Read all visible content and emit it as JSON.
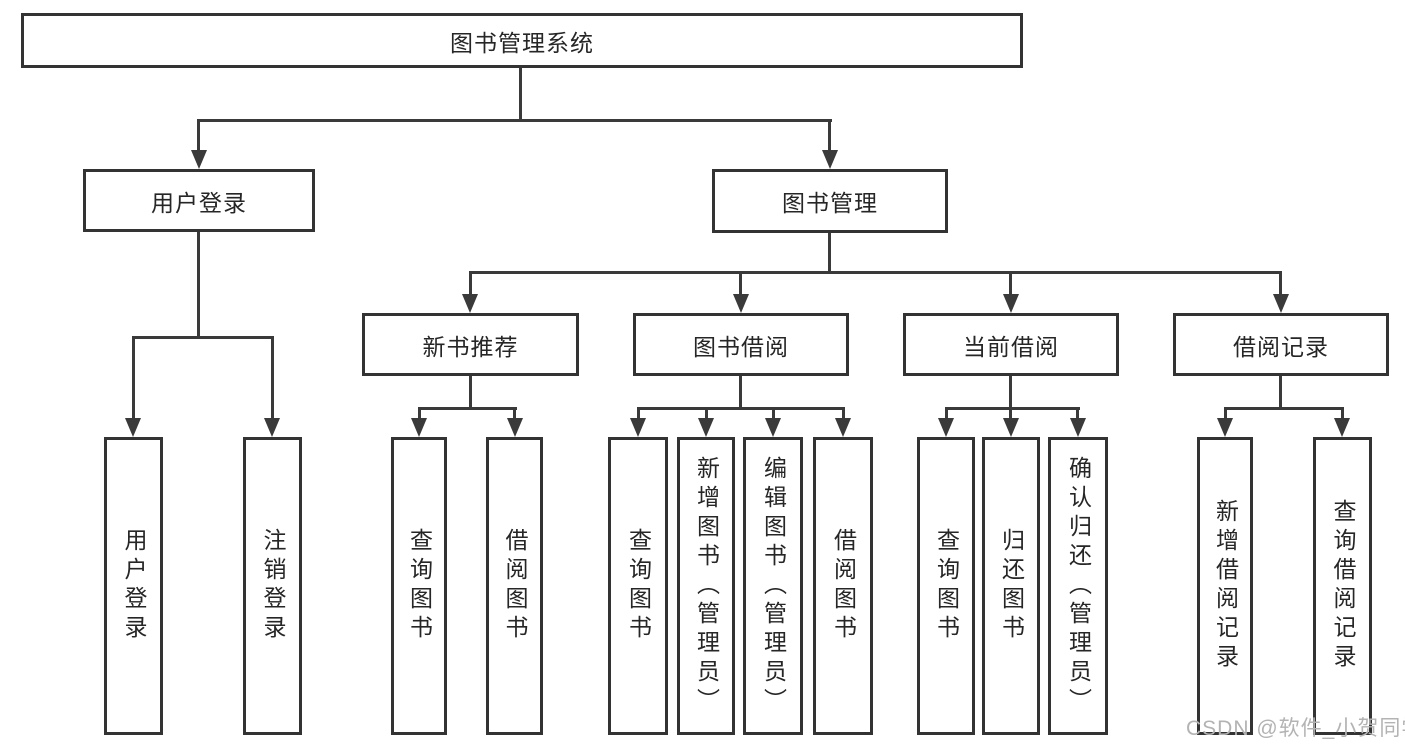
{
  "diagram_title": "图书管理系统",
  "nodes": {
    "root": {
      "label": "图书管理系统"
    },
    "user_login": {
      "label": "用户登录"
    },
    "book_mgmt": {
      "label": "图书管理"
    },
    "new_book_rec": {
      "label": "新书推荐"
    },
    "book_borrow": {
      "label": "图书借阅"
    },
    "current_borrow": {
      "label": "当前借阅"
    },
    "borrow_records": {
      "label": "借阅记录"
    },
    "leaf_user_login": {
      "label": "用户登录"
    },
    "leaf_logout": {
      "label": "注销登录"
    },
    "leaf_rec_query": {
      "label": "查询图书"
    },
    "leaf_rec_borrow": {
      "label": "借阅图书"
    },
    "leaf_bor_query": {
      "label": "查询图书"
    },
    "leaf_bor_add": {
      "label": "新增图书（管理员）"
    },
    "leaf_bor_edit": {
      "label": "编辑图书（管理员）"
    },
    "leaf_bor_borrow": {
      "label": "借阅图书"
    },
    "leaf_cur_query": {
      "label": "查询图书"
    },
    "leaf_cur_return": {
      "label": "归还图书"
    },
    "leaf_cur_confirm": {
      "label": "确认归还（管理员）"
    },
    "leaf_recd_add": {
      "label": "新增借阅记录"
    },
    "leaf_recd_query": {
      "label": "查询借阅记录"
    }
  },
  "watermark": {
    "text": "CSDN @软件_小贺同学"
  },
  "colors": {
    "line": "#3a3a3a",
    "box_border": "#333333",
    "box_background": "#ffffff",
    "text": "#262626",
    "watermark": "#b3b3b3"
  }
}
